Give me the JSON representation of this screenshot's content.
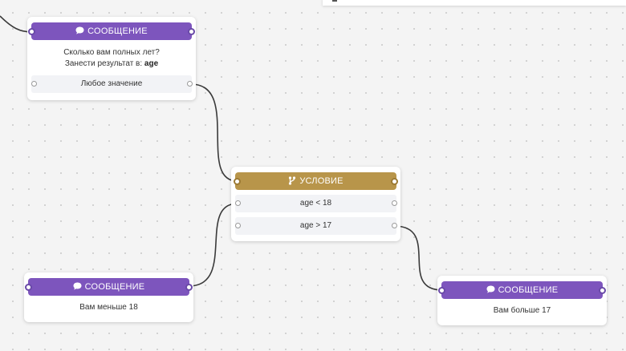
{
  "colors": {
    "message_header": "#7d55bd",
    "condition_header": "#b8954a",
    "wire": "#3a3a3a",
    "canvas": "#f4f4f4"
  },
  "icons": {
    "message": "chat-bubble-icon",
    "condition": "branch-icon"
  },
  "nodes": {
    "question": {
      "header": "СООБЩЕНИЕ",
      "text_line1": "Сколько вам полных лет?",
      "text_line2_prefix": "Занести результат в:",
      "variable": "age",
      "option": "Любое значение"
    },
    "condition": {
      "header": "УСЛОВИЕ",
      "branches": [
        "age < 18",
        "age > 17"
      ]
    },
    "message_less": {
      "header": "СООБЩЕНИЕ",
      "text": "Вам меньше 18"
    },
    "message_more": {
      "header": "СООБЩЕНИЕ",
      "text": "Вам больше 17"
    }
  }
}
